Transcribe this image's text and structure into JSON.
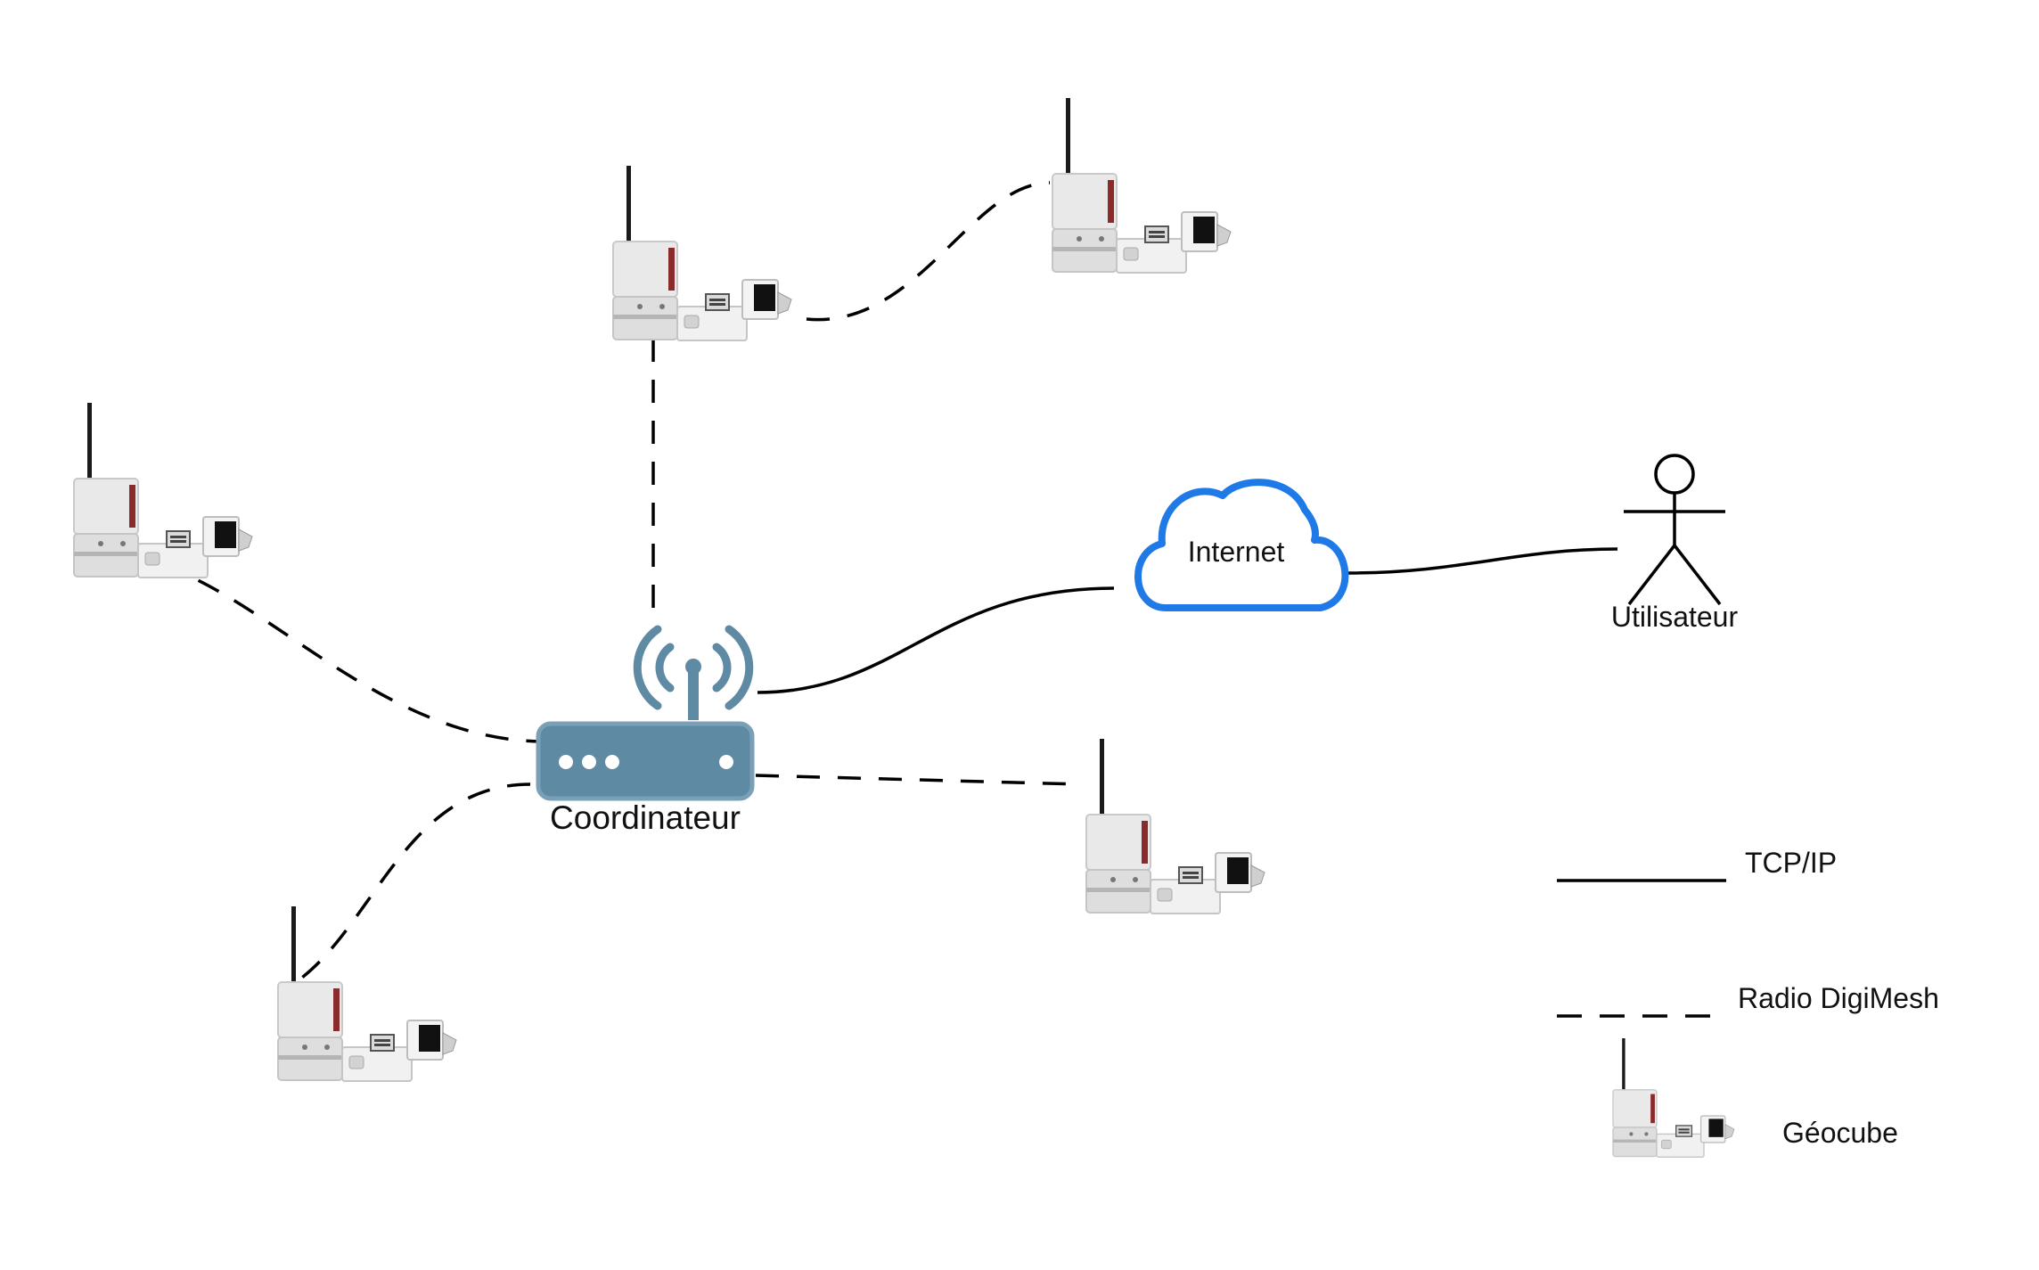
{
  "nodes": {
    "coordinator": {
      "label": "Coordinateur",
      "icon": "wifi-router-icon",
      "color": "#5f8aa4"
    },
    "internet": {
      "label": "Internet",
      "icon": "cloud-icon",
      "color": "#1f7ae8"
    },
    "user": {
      "label": "Utilisateur",
      "icon": "stick-figure-icon"
    },
    "geocubes": [
      {
        "id": "geocube-top",
        "icon": "geocube-icon"
      },
      {
        "id": "geocube-top-right",
        "icon": "geocube-icon"
      },
      {
        "id": "geocube-left",
        "icon": "geocube-icon"
      },
      {
        "id": "geocube-bottom-left",
        "icon": "geocube-icon"
      },
      {
        "id": "geocube-right",
        "icon": "geocube-icon"
      }
    ]
  },
  "links": [
    {
      "from": "coordinator",
      "to": "internet",
      "type": "TCP/IP"
    },
    {
      "from": "internet",
      "to": "user",
      "type": "TCP/IP"
    },
    {
      "from": "coordinator",
      "to": "geocube-top",
      "type": "Radio DigiMesh"
    },
    {
      "from": "geocube-top",
      "to": "geocube-top-right",
      "type": "Radio DigiMesh"
    },
    {
      "from": "coordinator",
      "to": "geocube-left",
      "type": "Radio DigiMesh"
    },
    {
      "from": "coordinator",
      "to": "geocube-bottom-left",
      "type": "Radio DigiMesh"
    },
    {
      "from": "coordinator",
      "to": "geocube-right",
      "type": "Radio DigiMesh"
    }
  ],
  "legend": {
    "tcp_label": "TCP/IP",
    "radio_label": "Radio DigiMesh",
    "geocube_label": "Géocube"
  }
}
